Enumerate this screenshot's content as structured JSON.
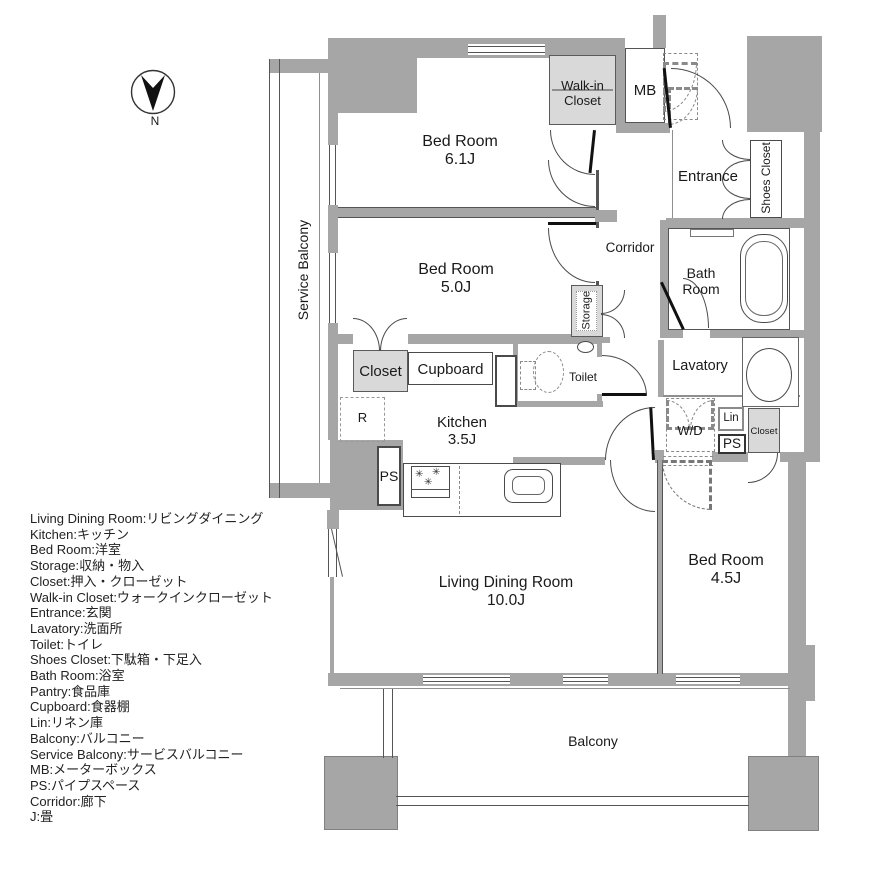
{
  "colors": {
    "wall_gray": "#a6a6a6",
    "closet_fill": "#d9d9d9",
    "line_dark": "#4a4a4a",
    "text": "#1a1a1a"
  },
  "compass": {
    "north_label": "N"
  },
  "rooms": {
    "bedroom_61": {
      "name": "Bed Room",
      "size": "6.1J"
    },
    "bedroom_50": {
      "name": "Bed Room",
      "size": "5.0J"
    },
    "bedroom_45": {
      "name": "Bed Room",
      "size": "4.5J"
    },
    "living_dining": {
      "name": "Living Dining Room",
      "size": "10.0J"
    },
    "kitchen": {
      "name": "Kitchen",
      "size": "3.5J"
    },
    "walk_in_closet": {
      "name": "Walk-in Closet"
    },
    "mb": {
      "name": "MB"
    },
    "entrance": {
      "name": "Entrance"
    },
    "shoes_closet": {
      "name": "Shoes Closet"
    },
    "corridor": {
      "name": "Corridor"
    },
    "bath_room": {
      "name": "Bath Room"
    },
    "storage": {
      "name": "Storage"
    },
    "toilet": {
      "name": "Toilet"
    },
    "lavatory": {
      "name": "Lavatory"
    },
    "washer_dryer": {
      "name": "W/D"
    },
    "linen": {
      "name": "Lin"
    },
    "ps_lavatory": {
      "name": "PS"
    },
    "ps_kitchen": {
      "name": "PS"
    },
    "closet_bedroom50": {
      "name": "Closet"
    },
    "closet_bedroom45": {
      "name": "Closet"
    },
    "cupboard": {
      "name": "Cupboard"
    },
    "refrigerator": {
      "name": "R"
    },
    "balcony": {
      "name": "Balcony"
    },
    "service_balcony": {
      "name": "Service Balcony"
    }
  },
  "legend": {
    "items": [
      "Living Dining Room:リビングダイニング",
      "Kitchen:キッチン",
      "Bed Room:洋室",
      "Storage:収納・物入",
      "Closet:押入・クローゼット",
      "Walk-in Closet:ウォークインクローゼット",
      "Entrance:玄関",
      "Lavatory:洗面所",
      "Toilet:トイレ",
      "Shoes Closet:下駄箱・下足入",
      "Bath Room:浴室",
      "Pantry:食品庫",
      "Cupboard:食器棚",
      "Lin:リネン庫",
      "Balcony:バルコニー",
      "Service Balcony:サービスバルコニー",
      "MB:メーターボックス",
      "PS:パイプスペース",
      "Corridor:廊下",
      "J:畳"
    ]
  }
}
